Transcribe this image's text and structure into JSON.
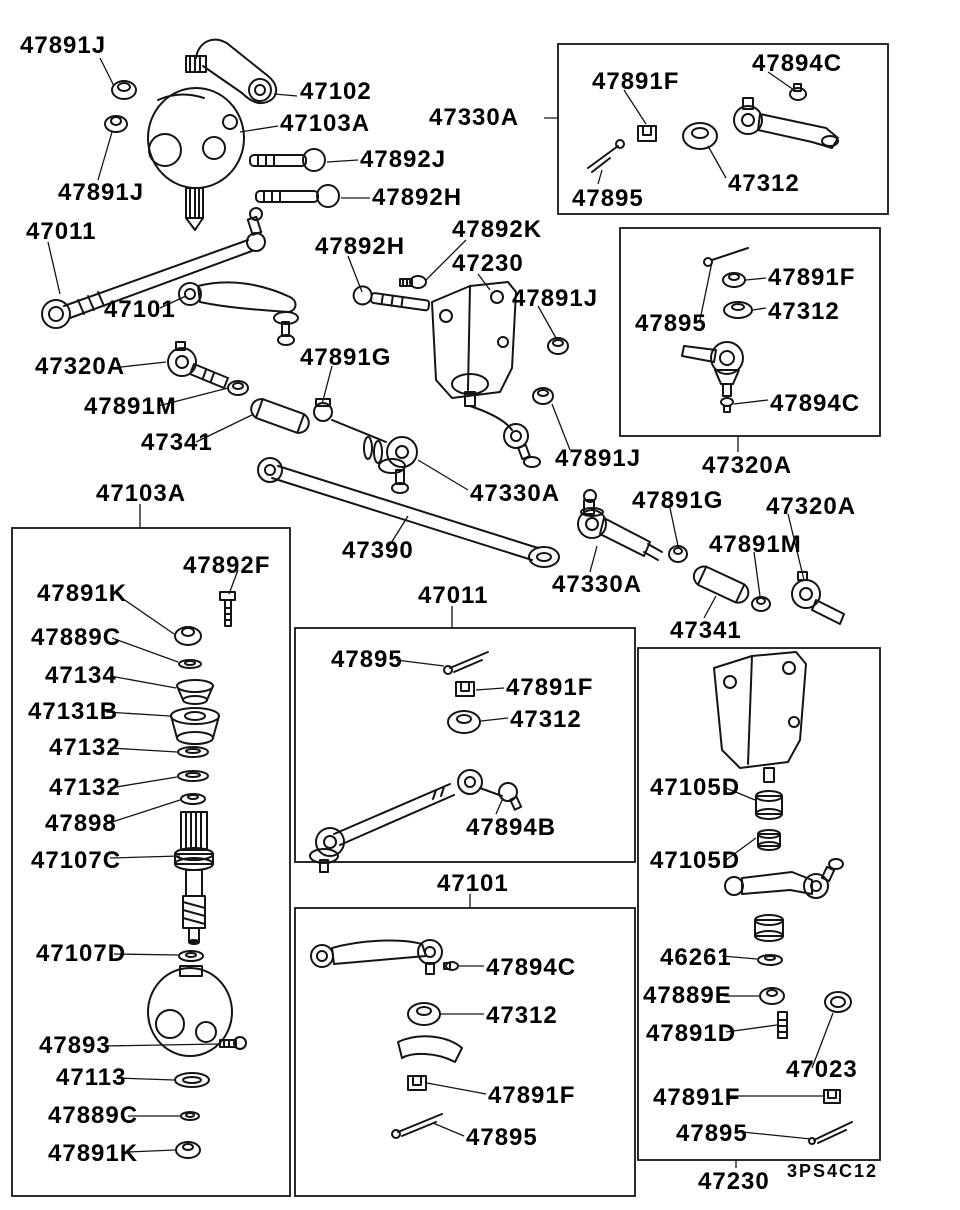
{
  "diagram": {
    "drawing_code": "3PS4C12",
    "part_labels": [
      "47891J",
      "47102",
      "47103A",
      "47892J",
      "47891J",
      "47892H",
      "47011",
      "47892H",
      "47892K",
      "47230",
      "47101",
      "47891J",
      "47320A",
      "47891M",
      "47891G",
      "47341",
      "47891J",
      "47330A",
      "47103A",
      "47390",
      "47330A",
      "47891G",
      "47320A",
      "47891M",
      "47341",
      "47894C",
      "47891F",
      "47330A",
      "47312",
      "47895",
      "47891F",
      "47312",
      "47895",
      "47894C",
      "47320A",
      "47892F",
      "47891K",
      "47889C",
      "47134",
      "47131B",
      "47132",
      "47132",
      "47898",
      "47107C",
      "47107D",
      "47893",
      "47113",
      "47889C",
      "47891K",
      "47011",
      "47895",
      "47891F",
      "47312",
      "47894B",
      "47101",
      "47894C",
      "47312",
      "47891F",
      "47895",
      "47105D",
      "47105D",
      "46261",
      "47889E",
      "47891D",
      "47023",
      "47891F",
      "47895",
      "47230"
    ]
  }
}
